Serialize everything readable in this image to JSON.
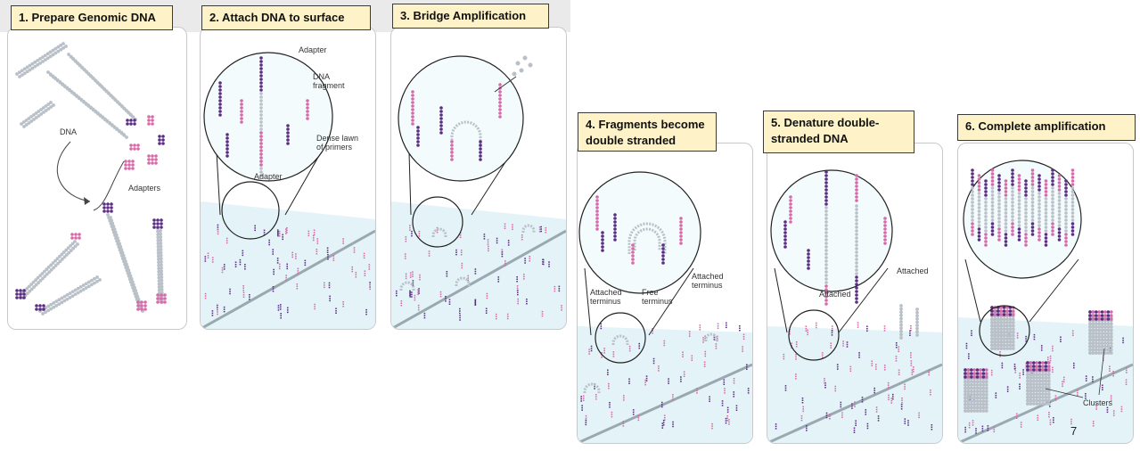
{
  "steps": [
    {
      "title": "1. Prepare Genomic DNA",
      "labels": {
        "dna": "DNA",
        "adapters": "Adapters"
      }
    },
    {
      "title": "2. Attach DNA to surface",
      "labels": {
        "adapter_top": "Adapter",
        "dna_fragment_1": "DNA",
        "dna_fragment_2": "fragment",
        "dense_1": "Dense lawn",
        "dense_2": "of primers",
        "adapter_bottom": "Adapter"
      }
    },
    {
      "title": "3. Bridge Amplification",
      "labels": {}
    },
    {
      "title_line1": "4. Fragments become",
      "title_line2": "double stranded",
      "labels": {
        "attached_1": "Attached",
        "attached_2": "terminus",
        "free_1": "Free",
        "free_2": "terminus",
        "attached_r1": "Attached",
        "attached_r2": "terminus"
      }
    },
    {
      "title_line1": "5. Denature double-",
      "title_line2": "stranded DNA",
      "labels": {
        "attached_left": "Attached",
        "attached_right": "Attached"
      }
    },
    {
      "title": "6. Complete amplification",
      "labels": {
        "clusters": "Clusters"
      }
    }
  ],
  "page_number": "7",
  "colors": {
    "label_bg": "#fdf2c8",
    "dna_gray": "#b9c0c8",
    "adapter_purple": "#5a2d82",
    "adapter_pink": "#d66aa8",
    "surface": "#cfe9f2"
  }
}
